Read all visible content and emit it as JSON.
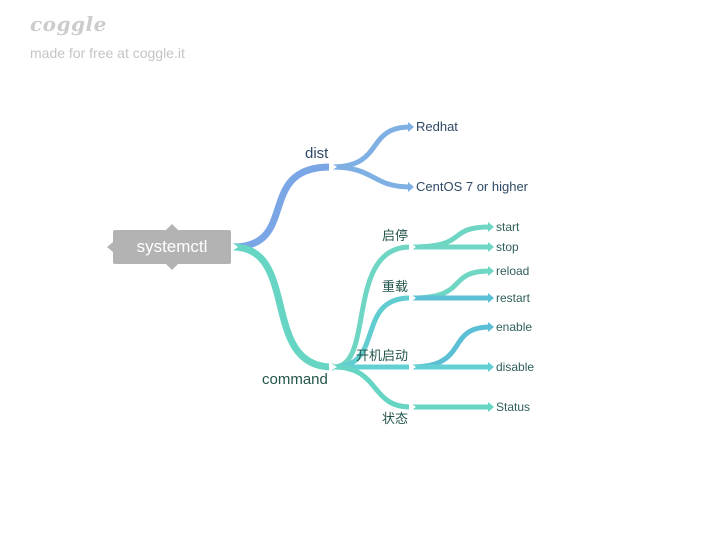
{
  "branding": {
    "logo": "coggle",
    "tagline": "made for free at coggle.it"
  },
  "mindmap": {
    "root": "systemctl",
    "dist": {
      "label": "dist",
      "children": [
        "Redhat",
        "CentOS 7 or higher"
      ]
    },
    "command": {
      "label": "command",
      "groups": [
        {
          "label": "启停",
          "children": [
            "start",
            "stop"
          ]
        },
        {
          "label": "重载",
          "children": [
            "reload",
            "restart"
          ]
        },
        {
          "label": "开机启动",
          "children": [
            "enable",
            "disable"
          ]
        },
        {
          "label": "状态",
          "children": [
            "Status"
          ]
        }
      ]
    }
  },
  "colors": {
    "dist_branch": "#7aa6e6",
    "command_branch": "#66d5c3",
    "leaf_branch_alt": "#5bbfd6",
    "root_fill": "#b3b3b3"
  }
}
